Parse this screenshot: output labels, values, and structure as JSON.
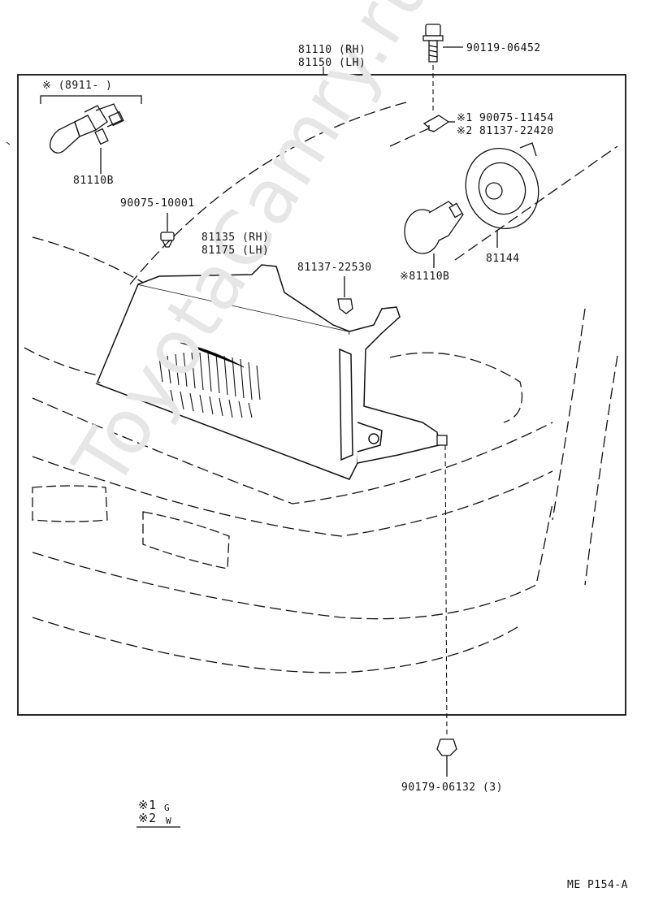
{
  "watermark": "ToyotaCamry.ru",
  "assembly_label": {
    "rh": "81110 (RH)",
    "lh": "81150 (LH)"
  },
  "labels": {
    "bulb_range": "※ (8911-    )",
    "bulb_main": "81110B",
    "screw_clip": "90075-10001",
    "housing_rh": "81135 (RH)",
    "housing_lh": "81175 (LH)",
    "bracket": "81137-22530",
    "bulb_park": "※81110B",
    "socket": "81144",
    "top_bolt": "90119-06452",
    "clip_1": "※1  90075-11454",
    "clip_2": "※2  81137-22420",
    "bottom_nut": "90179-06132 (3)"
  },
  "legend": [
    {
      "mark": "※1",
      "value": "G"
    },
    {
      "mark": "※2",
      "value": "W"
    }
  ],
  "page_code": "ME P154-A"
}
